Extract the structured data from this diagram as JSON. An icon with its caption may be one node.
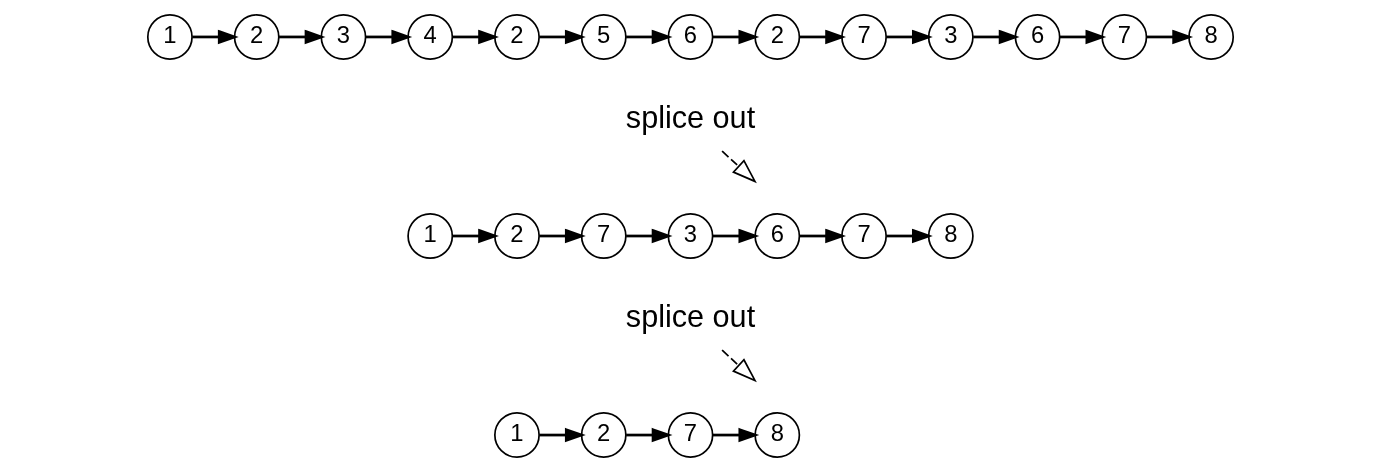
{
  "diagram": {
    "nodes": [
      {
        "text": [
          "1"
        ]
      },
      {
        "text": [
          "2"
        ]
      },
      {
        "text": [
          "3"
        ]
      },
      {
        "text": [
          "4"
        ]
      },
      {
        "text": [
          "2"
        ]
      },
      {
        "text": [
          "5"
        ]
      },
      {
        "text": [
          "6"
        ]
      },
      {
        "text": [
          "2"
        ]
      },
      {
        "text": [
          "7"
        ]
      },
      {
        "text": [
          "3"
        ]
      },
      {
        "text": [
          "6"
        ]
      },
      {
        "text": [
          "7"
        ]
      },
      {
        "text": [
          "8"
        ]
      },
      {
        "text": [
          "splice out"
        ]
      },
      {
        "text": [
          "1"
        ]
      },
      {
        "text": [
          "2"
        ]
      },
      {
        "text": [
          "7"
        ]
      },
      {
        "text": [
          "3"
        ]
      },
      {
        "text": [
          "6"
        ]
      },
      {
        "text": [
          "7"
        ]
      },
      {
        "text": [
          "8"
        ]
      },
      {
        "text": [
          "splice out"
        ]
      },
      {
        "text": [
          "1"
        ]
      },
      {
        "text": [
          "2"
        ]
      },
      {
        "text": [
          "7"
        ]
      },
      {
        "text": [
          "8"
        ]
      }
    ],
    "edges": [
      {
        "from": 0,
        "to": 1,
        "arrow": "to"
      },
      {
        "from": 1,
        "to": 2,
        "arrow": "to"
      },
      {
        "from": 2,
        "to": 3,
        "arrow": "to"
      },
      {
        "from": 3,
        "to": 4,
        "arrow": "to"
      },
      {
        "from": 4,
        "to": 5,
        "arrow": "to"
      },
      {
        "from": 5,
        "to": 6,
        "arrow": "to"
      },
      {
        "from": 6,
        "to": 7,
        "arrow": "to"
      },
      {
        "from": 7,
        "to": 8,
        "arrow": "to"
      },
      {
        "from": 8,
        "to": 9,
        "arrow": "to"
      },
      {
        "from": 9,
        "to": 10,
        "arrow": "to"
      },
      {
        "from": 10,
        "to": 11,
        "arrow": "to"
      },
      {
        "from": 11,
        "to": 12,
        "arrow": "to"
      },
      {
        "from": 13,
        "to": null,
        "arrow": "to",
        "style": "dashed"
      },
      {
        "from": 14,
        "to": 15,
        "arrow": "to"
      },
      {
        "from": 15,
        "to": 16,
        "arrow": "to"
      },
      {
        "from": 16,
        "to": 17,
        "arrow": "to"
      },
      {
        "from": 17,
        "to": 18,
        "arrow": "to"
      },
      {
        "from": 18,
        "to": 19,
        "arrow": "to"
      },
      {
        "from": 19,
        "to": 20,
        "arrow": "to"
      },
      {
        "from": 21,
        "to": null,
        "arrow": "to",
        "style": "dashed"
      },
      {
        "from": 22,
        "to": 23,
        "arrow": "to"
      },
      {
        "from": 23,
        "to": 24,
        "arrow": "to"
      },
      {
        "from": 24,
        "to": 25,
        "arrow": "to"
      }
    ]
  }
}
